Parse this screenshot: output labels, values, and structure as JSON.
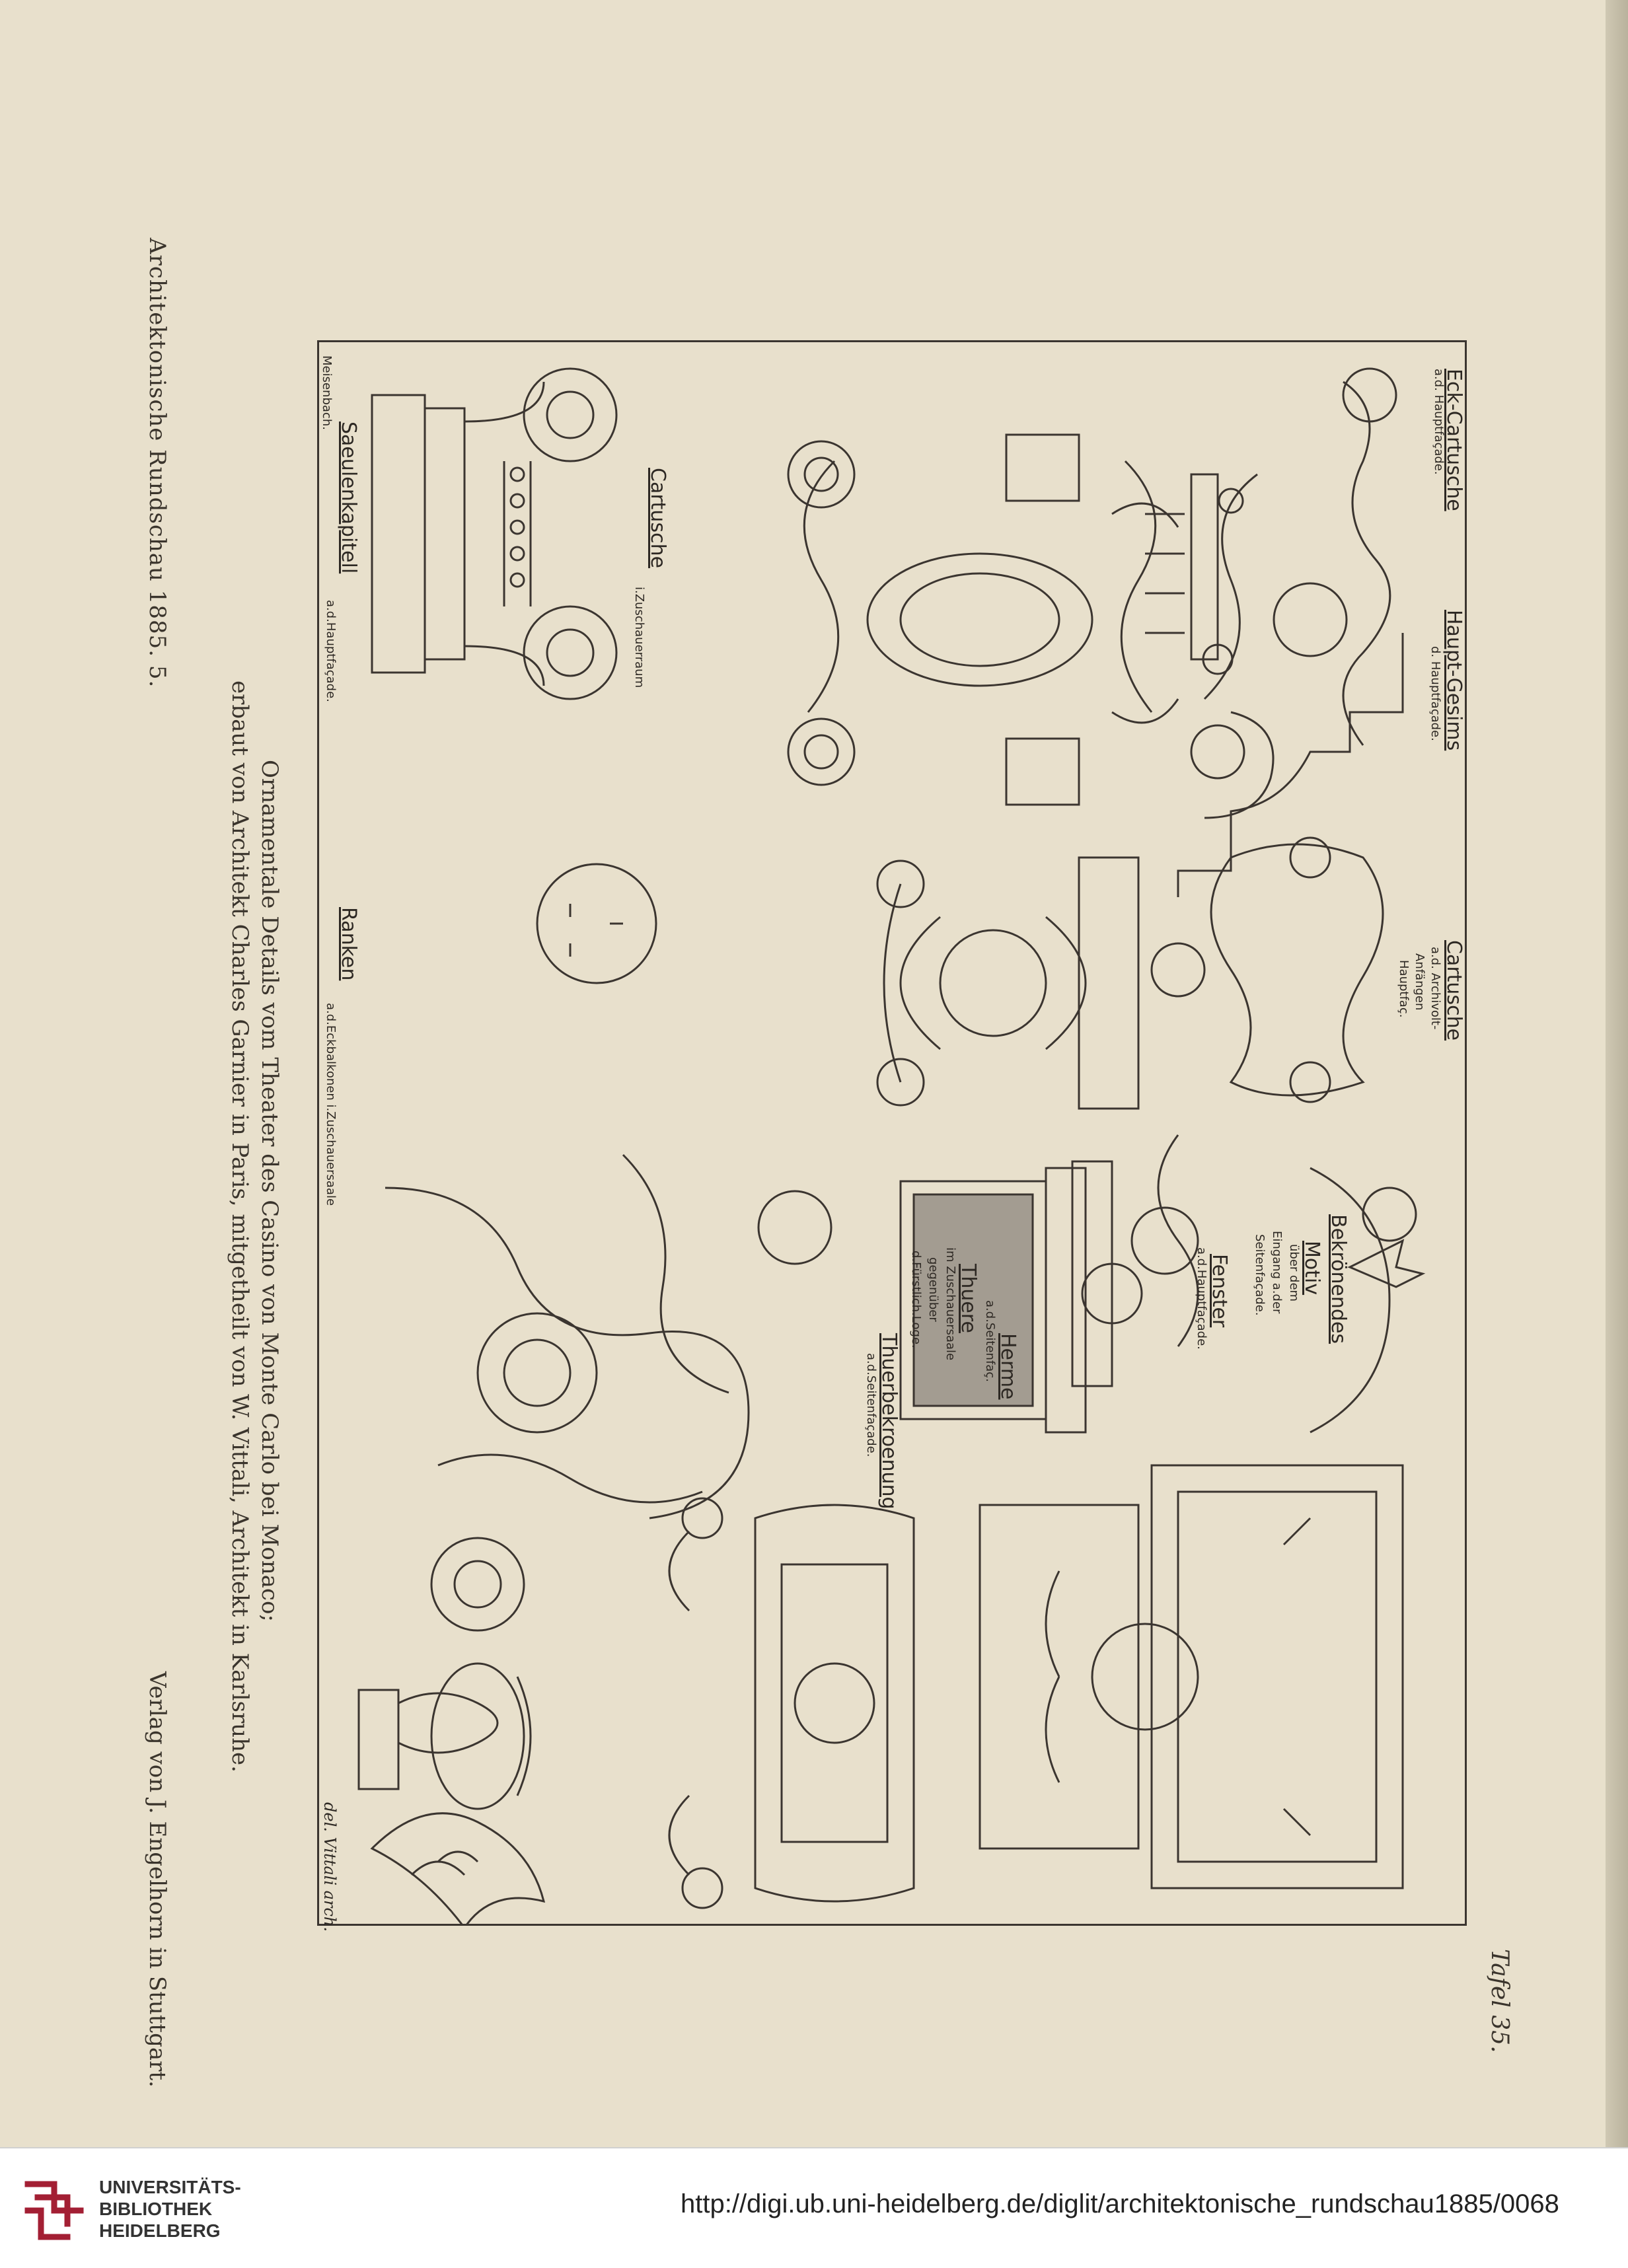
{
  "page": {
    "running_head": "Architektonische Rundschau 1885. 5.",
    "plate_number": "Tafel 35.",
    "caption_line_1": "Ornamentale Details vom Theater des Casino von Monte Carlo bei Monaco;",
    "caption_line_2": "erbaut von Architekt Charles Garnier in Paris, mitgetheilt von W. Vittali, Architekt in Karlsruhe.",
    "publisher": "Verlag von J. Engelhorn in Stuttgart."
  },
  "plate_labels": {
    "eck_cartusche": "Eck-Cartusche",
    "eck_cartusche_sub": "a.d. Hauptfaçade.",
    "haupt_gesims": "Haupt-Gesims",
    "haupt_gesims_sub": "d. Hauptfaçade.",
    "cartusche_archivolt": "Cartusche",
    "cartusche_archivolt_sub_1": "a.d. Archivolt-",
    "cartusche_archivolt_sub_2": "Anfängen",
    "cartusche_archivolt_sub_3": "Hauptfaç.",
    "bekroenendes": "Bekrönendes",
    "motiv": "Motiv",
    "motiv_sub_1": "über dem",
    "motiv_sub_2": "Eingang a.der",
    "motiv_sub_3": "Seitenfaçade.",
    "cartusche_zuschauer": "Cartusche",
    "cartusche_zuschauer_sub": "i.Zuschauerraum",
    "herme": "Herme",
    "herme_sub": "a.d.Seitenfaç.",
    "fenster": "Fenster",
    "fenster_sub": "a.d.Hauptfaçade.",
    "thuere": "Thuere",
    "thuere_sub_1": "im Zuschauersaale",
    "thuere_sub_2": "gegenüber",
    "thuere_sub_3": "d.Fürstlich.Loge.",
    "thuerbekroenung": "Thuerbekroenung",
    "thuerbekroenung_sub": "a.d.Seitenfaçade.",
    "saeulenkapitell": "Saeulenkapitell",
    "saeulenkapitell_sub": "a.d.Hauptfaçade.",
    "ranken": "Ranken",
    "ranken_sub": "a.d.Eckbalkonen i.Zuschauersaale",
    "signature": "del. Vittali arch.",
    "engraver": "Meisenbach."
  },
  "footer": {
    "library_line_1": "UNIVERSITÄTS-",
    "library_line_2": "BIBLIOTHEK",
    "library_line_3": "HEIDELBERG",
    "url": "http://digi.ub.uni-heidelberg.de/diglit/architektonische_rundschau1885/0068"
  },
  "colors": {
    "paper": "#e8e0cc",
    "ink": "#2d2823",
    "logo_red": "#a31f34"
  }
}
